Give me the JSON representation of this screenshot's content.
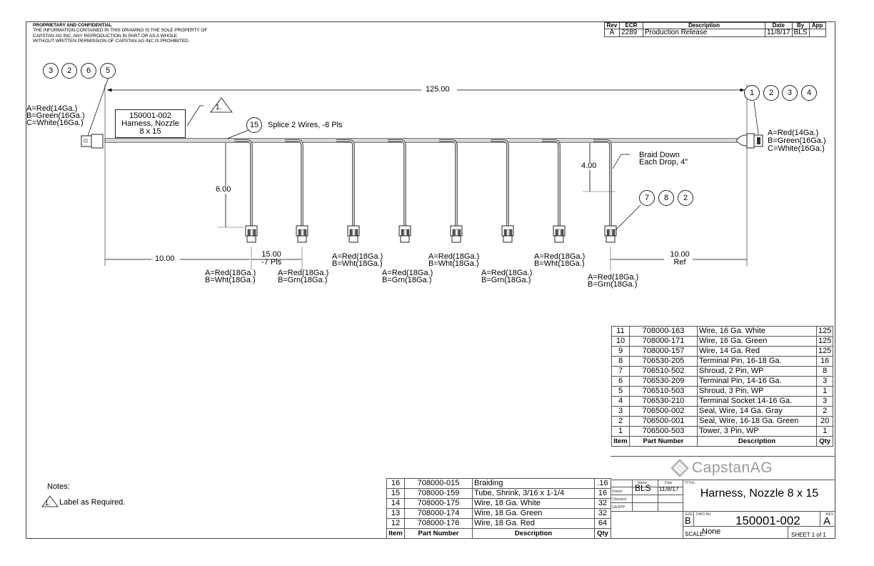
{
  "proprietary": {
    "heading": "PROPRIETARY AND CONFIDENTIAL",
    "lines": [
      "THE INFORMATION CONTAINED IN THIS DRAWING IS THE SOLE PROPERTY OF",
      "CAPSTAN AG INC. ANY REPRODUCTION IN PART OR AS A WHOLE",
      "WITHOUT WRITTEN PERMISSION OF CAPSTAN AG INC IS PROHIBITED"
    ]
  },
  "revision_block": {
    "headers": [
      "Rev",
      "ECR",
      "Description",
      "Date",
      "By",
      "App"
    ],
    "rows": [
      {
        "rev": "A",
        "ecr": "2289",
        "description": "Production Release",
        "date": "11/8/17",
        "by": "BLS",
        "app": ""
      }
    ]
  },
  "balloons": {
    "left_connector": [
      "3",
      "2",
      "6",
      "5"
    ],
    "right_connector": [
      "1",
      "2",
      "3",
      "4"
    ],
    "drop_connector": [
      "7",
      "8",
      "2"
    ],
    "splice": "15",
    "note_flag": "1."
  },
  "callouts": {
    "left_pinout": [
      "A=Red(14Ga.)",
      "B=Green(16Ga.)",
      "C=White(16Ga.)"
    ],
    "right_pinout": [
      "A=Red(14Ga.)",
      "B=Green(16Ga.)",
      "C=White(16Ga.)"
    ],
    "label_box": [
      "150001-002",
      "Harness, Nozzle",
      "8 x 15"
    ],
    "splice_text": "Splice 2 Wires, -8 Pls",
    "braid_text": [
      "Braid Down",
      "Each Drop, 4\""
    ],
    "drop_pinouts": [
      [
        "A=Red(18Ga.)",
        "B=Wht(18Ga.)"
      ],
      [
        "A=Red(18Ga.)",
        "B=Grn(18Ga.)"
      ],
      [
        "A=Red(18Ga.)",
        "B=Wht(18Ga.)"
      ],
      [
        "A=Red(18Ga.)",
        "B=Grn(18Ga.)"
      ],
      [
        "A=Red(18Ga.)",
        "B=Wht(18Ga.)"
      ],
      [
        "A=Red(18Ga.)",
        "B=Grn(18Ga.)"
      ],
      [
        "A=Red(18Ga.)",
        "B=Wht(18Ga.)"
      ],
      [
        "A=Red(18Ga.)",
        "B=Grn(18Ga.)"
      ]
    ]
  },
  "dimensions": {
    "overall": "125.00",
    "drop_length": "6.00",
    "braid_length": "4.00",
    "first_drop": "10.00",
    "spacing": [
      "15.00",
      "-7 Pls"
    ],
    "last_ref": [
      "10.00",
      "Ref"
    ]
  },
  "bom_main": {
    "headers": [
      "Item",
      "Part Number",
      "Description",
      "Qty"
    ],
    "rows": [
      {
        "item": "11",
        "part": "708000-163",
        "desc": "Wire, 16 Ga. White",
        "qty": "125"
      },
      {
        "item": "10",
        "part": "708000-171",
        "desc": "Wire, 16 Ga. Green",
        "qty": "125"
      },
      {
        "item": "9",
        "part": "708000-157",
        "desc": "Wire, 14 Ga. Red",
        "qty": "125"
      },
      {
        "item": "8",
        "part": "706530-205",
        "desc": "Terminal Pin, 16-18 Ga.",
        "qty": "16"
      },
      {
        "item": "7",
        "part": "706510-502",
        "desc": "Shroud, 2 Pin, WP",
        "qty": "8"
      },
      {
        "item": "6",
        "part": "706530-209",
        "desc": "Terminal Pin, 14-16 Ga.",
        "qty": "3"
      },
      {
        "item": "5",
        "part": "706510-503",
        "desc": "Shroud, 3 Pin, WP",
        "qty": "1"
      },
      {
        "item": "4",
        "part": "706530-210",
        "desc": "Terminal Socket 14-16 Ga.",
        "qty": "3"
      },
      {
        "item": "3",
        "part": "706500-002",
        "desc": "Seal, Wire, 14 Ga. Gray",
        "qty": "2"
      },
      {
        "item": "2",
        "part": "706500-001",
        "desc": "Seal, Wire, 16-18 Ga. Green",
        "qty": "20"
      },
      {
        "item": "1",
        "part": "706500-503",
        "desc": "Tower, 3 Pin, WP",
        "qty": "1"
      }
    ]
  },
  "bom_extra": {
    "headers": [
      "Item",
      "Part Number",
      "Description",
      "Qty"
    ],
    "rows": [
      {
        "item": "16",
        "part": "708000-015",
        "desc": "Braiding",
        "qty": ".16"
      },
      {
        "item": "15",
        "part": "708000-159",
        "desc": "Tube, Shrink, 3/16 x 1-1/4",
        "qty": "16"
      },
      {
        "item": "14",
        "part": "708000-175",
        "desc": "Wire, 18 Ga. White",
        "qty": "32"
      },
      {
        "item": "13",
        "part": "708000-174",
        "desc": "Wire, 18 Ga. Green",
        "qty": "32"
      },
      {
        "item": "12",
        "part": "708000-176",
        "desc": "Wire, 18 Ga. Red",
        "qty": "64"
      }
    ]
  },
  "notes": {
    "heading": "Notes:",
    "items": [
      {
        "flag": "1.",
        "text": "Label as Required."
      }
    ]
  },
  "title_block": {
    "company": "CapstanAG",
    "name_label": "Name",
    "date_label": "Date",
    "drawn_label": "Drawn",
    "checked_label": "Checked",
    "qa_label": "QA APP",
    "drawn_name": "BLS",
    "drawn_date": "11/8/17",
    "title_label": "TITLE:",
    "title": "Harness, Nozzle 8 x 15",
    "size_label": "SIZE",
    "size": "B",
    "dwg_label": "DWG No:",
    "dwg_no": "150001-002",
    "rev_label": "REV",
    "rev": "A",
    "scale_label": "SCALE:",
    "scale": "None",
    "sheet": "SHEET 1 of 1"
  }
}
